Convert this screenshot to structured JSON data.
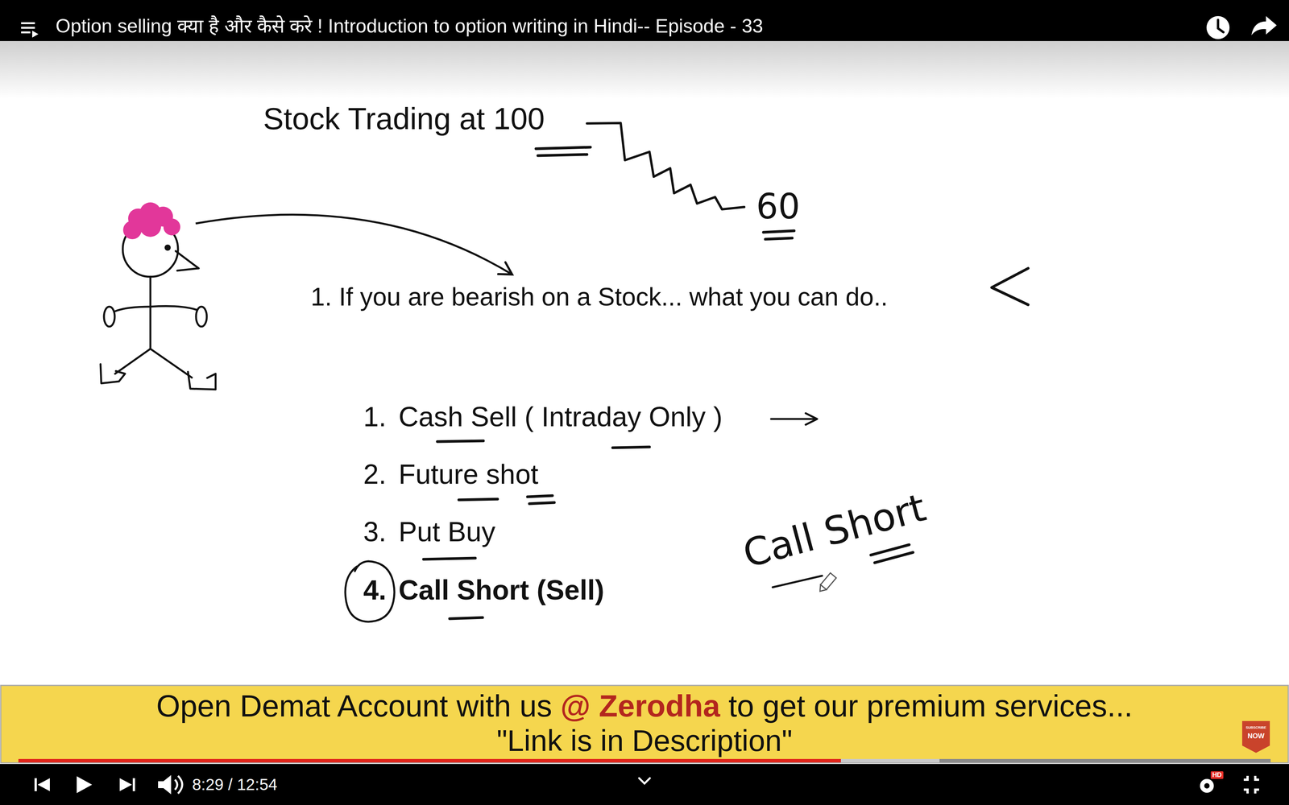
{
  "diagram": {
    "title": "Option selling क्या है और कैसे करे ! Introduction to option writing in Hindi-- Episode - 33",
    "labels": [
      "Stock Trading at 100",
      "60",
      "1. If you are bearish on a Stock... what you can do..",
      "1.",
      "Cash Sell ( Intraday Only )",
      "2.",
      "Future shot",
      "3.",
      "Put Buy",
      "4.",
      "Call Short (Sell)",
      "Call Short",
      "Open Demat Account with us",
      "@ Zerodha",
      "to get our premium services...",
      "\"Link is in Description\"",
      "SUBSCRIBE",
      "NOW",
      "8:29 / 12:54",
      "HD"
    ]
  }
}
